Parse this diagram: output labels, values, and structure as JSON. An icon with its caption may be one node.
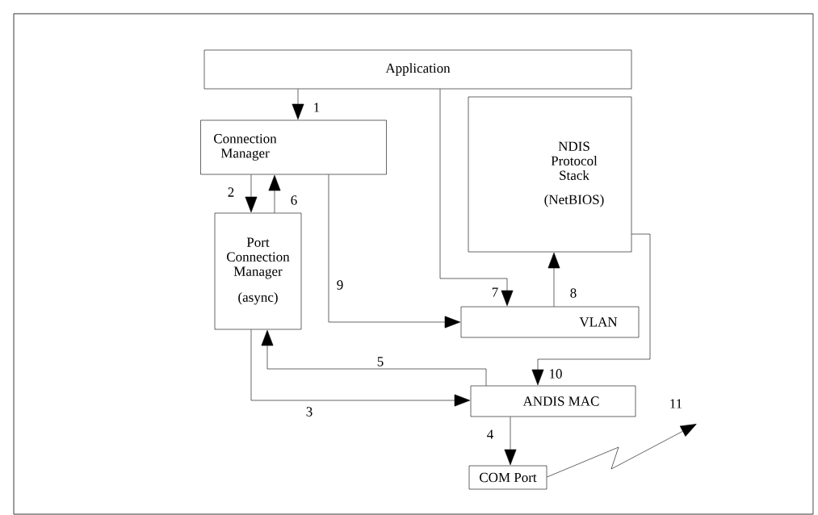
{
  "diagram": {
    "nodes": [
      {
        "text": [
          "Application"
        ]
      },
      {
        "text": [
          "Connection Manager"
        ]
      },
      {
        "text": [
          "NDIS Protocol Stack",
          "(NetBIOS)"
        ]
      },
      {
        "text": [
          "Port Connection Manager",
          "(async)"
        ]
      },
      {
        "text": [
          "VLAN"
        ]
      },
      {
        "text": [
          "ANDIS MAC"
        ]
      },
      {
        "text": [
          "COM Port"
        ]
      }
    ],
    "edges": [
      {
        "from": 0,
        "to": 1,
        "arrow": "to",
        "label": "1"
      },
      {
        "from": 1,
        "to": 3,
        "arrow": "to",
        "label": "2"
      },
      {
        "from": 3,
        "to": 1,
        "arrow": "to",
        "label": "6"
      },
      {
        "from": 1,
        "to": 4,
        "arrow": "to",
        "label": "9"
      },
      {
        "from": 0,
        "to": 4,
        "arrow": "to",
        "label": "7"
      },
      {
        "from": 4,
        "to": 2,
        "arrow": "to",
        "label": "8"
      },
      {
        "from": 2,
        "to": 5,
        "arrow": "to",
        "label": "10"
      },
      {
        "from": 5,
        "to": 3,
        "arrow": "to",
        "label": "5"
      },
      {
        "from": 3,
        "to": 5,
        "arrow": "to",
        "label": "3"
      },
      {
        "from": 5,
        "to": 6,
        "arrow": "to",
        "label": "4"
      },
      {
        "from": 6,
        "to": null,
        "arrow": "to",
        "label": "11"
      }
    ]
  }
}
